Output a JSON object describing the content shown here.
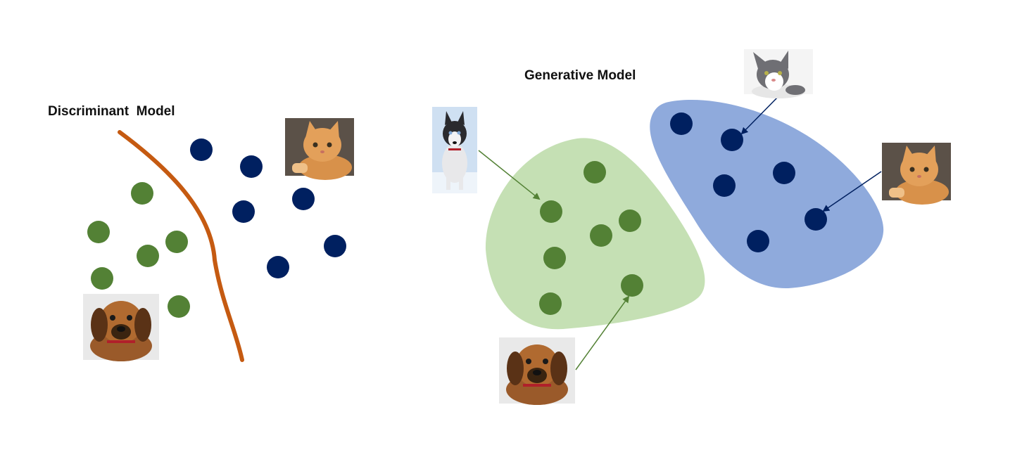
{
  "discriminant": {
    "title": "Discriminant  Model"
  },
  "generative": {
    "title": "Generative Model"
  },
  "colors": {
    "dog_class": "#538135",
    "cat_class": "#002060",
    "boundary": "#c55a11",
    "dog_region": "#c5e0b4",
    "cat_region": "#8faadc",
    "dog_arrow": "#538135",
    "cat_arrow": "#002060"
  },
  "images": [
    {
      "name": "puppy-photo",
      "subject": "puppy"
    },
    {
      "name": "kitten-photo",
      "subject": "kitten"
    },
    {
      "name": "husky-photo",
      "subject": "husky"
    },
    {
      "name": "puppy-photo",
      "subject": "puppy"
    },
    {
      "name": "gray-cat-photo",
      "subject": "gray cat"
    },
    {
      "name": "kitten-photo",
      "subject": "kitten"
    }
  ]
}
